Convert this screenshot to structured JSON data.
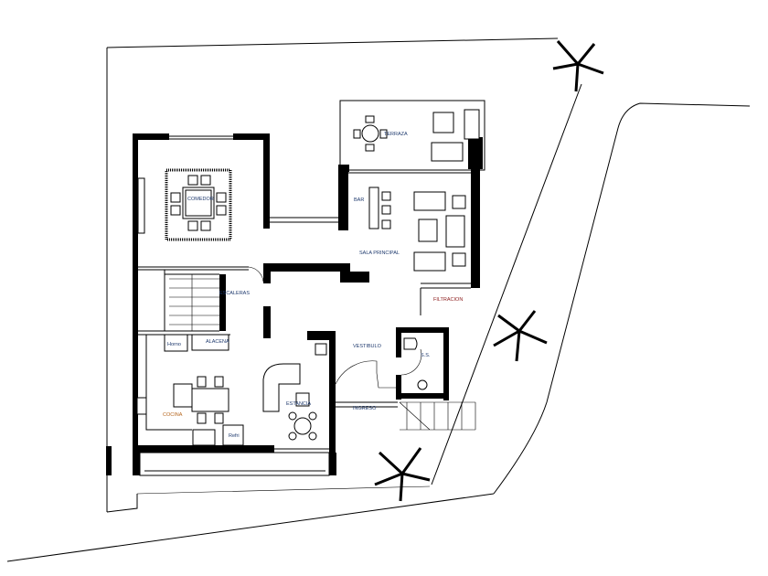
{
  "rooms": {
    "comedor": "COMEDOR",
    "terraza": "TERRAZA",
    "bar": "BAR",
    "sala_principal": "SALA PRINCIPAL",
    "escaleras": "ESCALERAS",
    "filtracion": "FILTRACION",
    "vestibulo": "VESTIBULO",
    "horno": "Horno",
    "alacena": "ALACENA",
    "ss": "S.S.",
    "estancia": "ESTANCIA",
    "cocina": "COCINA",
    "ingreso": "INGRESO",
    "refri": "Refri"
  },
  "colors": {
    "label": "#1f3a6e",
    "kitchen_label": "#b5651d",
    "filtracion_label": "#8b1a1a"
  }
}
